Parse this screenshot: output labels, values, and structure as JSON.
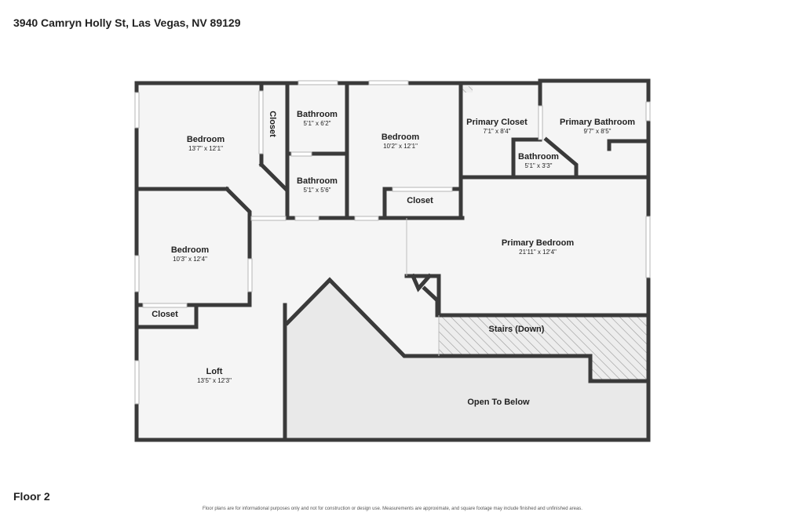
{
  "header": {
    "address": "3940 Camryn Holly St, Las Vegas, NV 89129"
  },
  "footer": {
    "floor_label": "Floor 2",
    "disclaimer": "Floor plans are for informational purposes only and not for construction or design use. Measurements are approximate, and square footage may include finished and unfinished areas."
  },
  "rooms": {
    "bedroom_nw": {
      "name": "Bedroom",
      "dims": "13'7\" x 12'1\""
    },
    "closet_nw": {
      "name": "Closet"
    },
    "bathroom_a": {
      "name": "Bathroom",
      "dims": "5'1\" x 6'2\""
    },
    "bathroom_b": {
      "name": "Bathroom",
      "dims": "5'1\" x 5'6\""
    },
    "bedroom_n": {
      "name": "Bedroom",
      "dims": "10'2\" x 12'1\""
    },
    "closet_n": {
      "name": "Closet"
    },
    "primary_closet": {
      "name": "Primary Closet",
      "dims": "7'1\" x 8'4\""
    },
    "primary_bathroom": {
      "name": "Primary Bathroom",
      "dims": "9'7\" x 8'5\""
    },
    "bathroom_c": {
      "name": "Bathroom",
      "dims": "5'1\" x 3'3\""
    },
    "bedroom_w": {
      "name": "Bedroom",
      "dims": "10'3\" x 12'4\""
    },
    "closet_w": {
      "name": "Closet"
    },
    "primary_bedroom": {
      "name": "Primary Bedroom",
      "dims": "21'11\" x 12'4\""
    },
    "stairs": {
      "name": "Stairs (Down)"
    },
    "loft": {
      "name": "Loft",
      "dims": "13'5\" x 12'3\""
    },
    "open_to_below": {
      "name": "Open To Below"
    }
  },
  "colors": {
    "wall": "#3a3a3a",
    "floor": "#f5f5f5",
    "open_area": "#e9e9e9",
    "window": "#c8c8c8"
  }
}
